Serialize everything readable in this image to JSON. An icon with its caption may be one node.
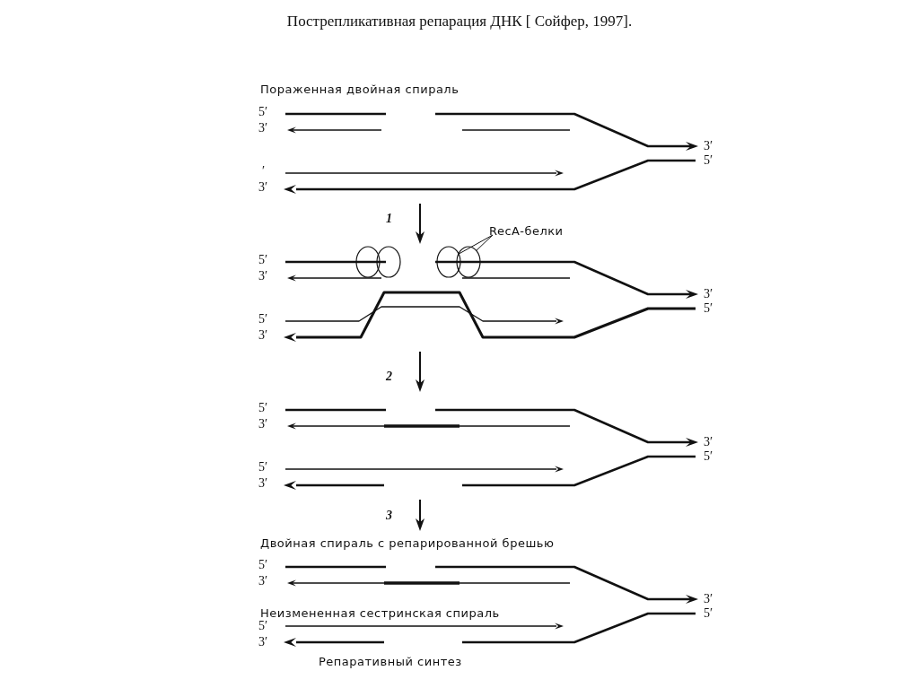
{
  "diagram": {
    "title": "Пострепликативная репарация ДНК [ Сойфер, 1997].",
    "nodes": [
      {
        "text": [
          "RecA-белки"
        ]
      },
      {
        "text": [],
        "shape": "circle"
      },
      {
        "text": [],
        "shape": "circle"
      },
      {
        "text": [],
        "shape": "circle"
      },
      {
        "text": [],
        "shape": "circle"
      }
    ],
    "edges": [
      {
        "from": 0,
        "to": 3,
        "arrow": "none"
      },
      {
        "from": 0,
        "to": 4,
        "arrow": "none"
      }
    ],
    "labels": [
      "Пораженная двойная спираль",
      "5′",
      "3′",
      "3′",
      "5′",
      "′",
      "3′",
      "1",
      "5′",
      "3′",
      "3′",
      "5′",
      "5′",
      "3′",
      "2",
      "5′",
      "3′",
      "3′",
      "5′",
      "5′",
      "3′",
      "3",
      "Двойная спираль с репарированной брешью",
      "5′",
      "3′",
      "3′",
      "Неизмененная сестринская спираль",
      "5′",
      "5′",
      "3′",
      "Репаративный синтез"
    ]
  }
}
